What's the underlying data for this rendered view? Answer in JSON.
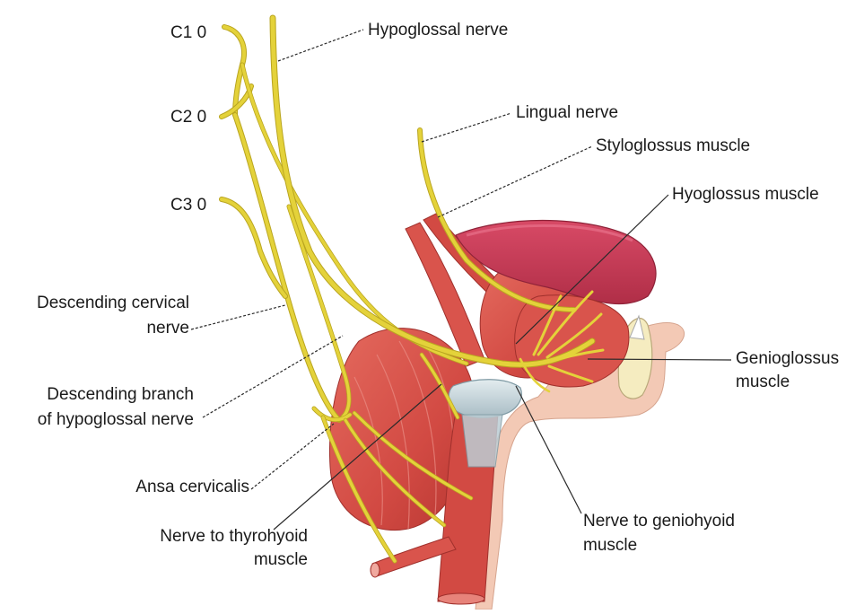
{
  "diagram": {
    "labels": {
      "c1": "C1 0",
      "c2": "C2 0",
      "c3": "C3 0",
      "hypoglossal_nerve": "Hypoglossal nerve",
      "lingual_nerve": "Lingual nerve",
      "styloglossus_muscle": "Styloglossus muscle",
      "hyoglossus_muscle": "Hyoglossus muscle",
      "genioglossus_line1": "Genioglossus",
      "genioglossus_line2": "muscle",
      "descending_cervical_line1": "Descending cervical",
      "descending_cervical_line2": "nerve",
      "descending_branch_line1": "Descending branch",
      "descending_branch_line2": "of hypoglossal nerve",
      "ansa_cervicalis": "Ansa cervicalis",
      "thyrohyoid_line1": "Nerve to thyrohyoid",
      "thyrohyoid_line2": "muscle",
      "geniohyoid_line1": "Nerve to geniohyoid",
      "geniohyoid_line2": "muscle"
    },
    "colors": {
      "nerve": "#e4d23a",
      "muscle": "#d9544c",
      "muscle_dark": "#b53a36",
      "tongue": "#c83d55",
      "hyoid": "#c9d7dc",
      "skin": "#f3c9b5",
      "bone": "#f5ecc0"
    }
  }
}
